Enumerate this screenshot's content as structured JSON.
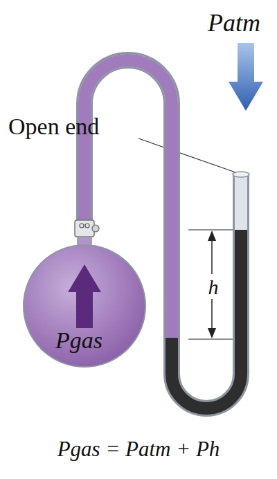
{
  "diagram": {
    "caption": "Pgas = Patm + Ph",
    "nodes": [
      {
        "text": [
          "Pgas"
        ]
      }
    ],
    "labels": [
      "Patm",
      "Open end",
      "h"
    ]
  }
}
